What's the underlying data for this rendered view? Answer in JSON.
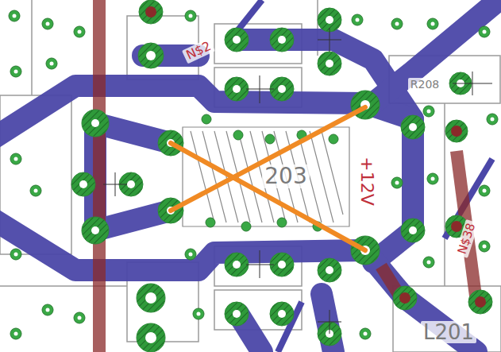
{
  "diagram": {
    "labels": [
      "N$2",
      "+12V",
      "N$38",
      "R208",
      "L201",
      "203"
    ]
  }
}
